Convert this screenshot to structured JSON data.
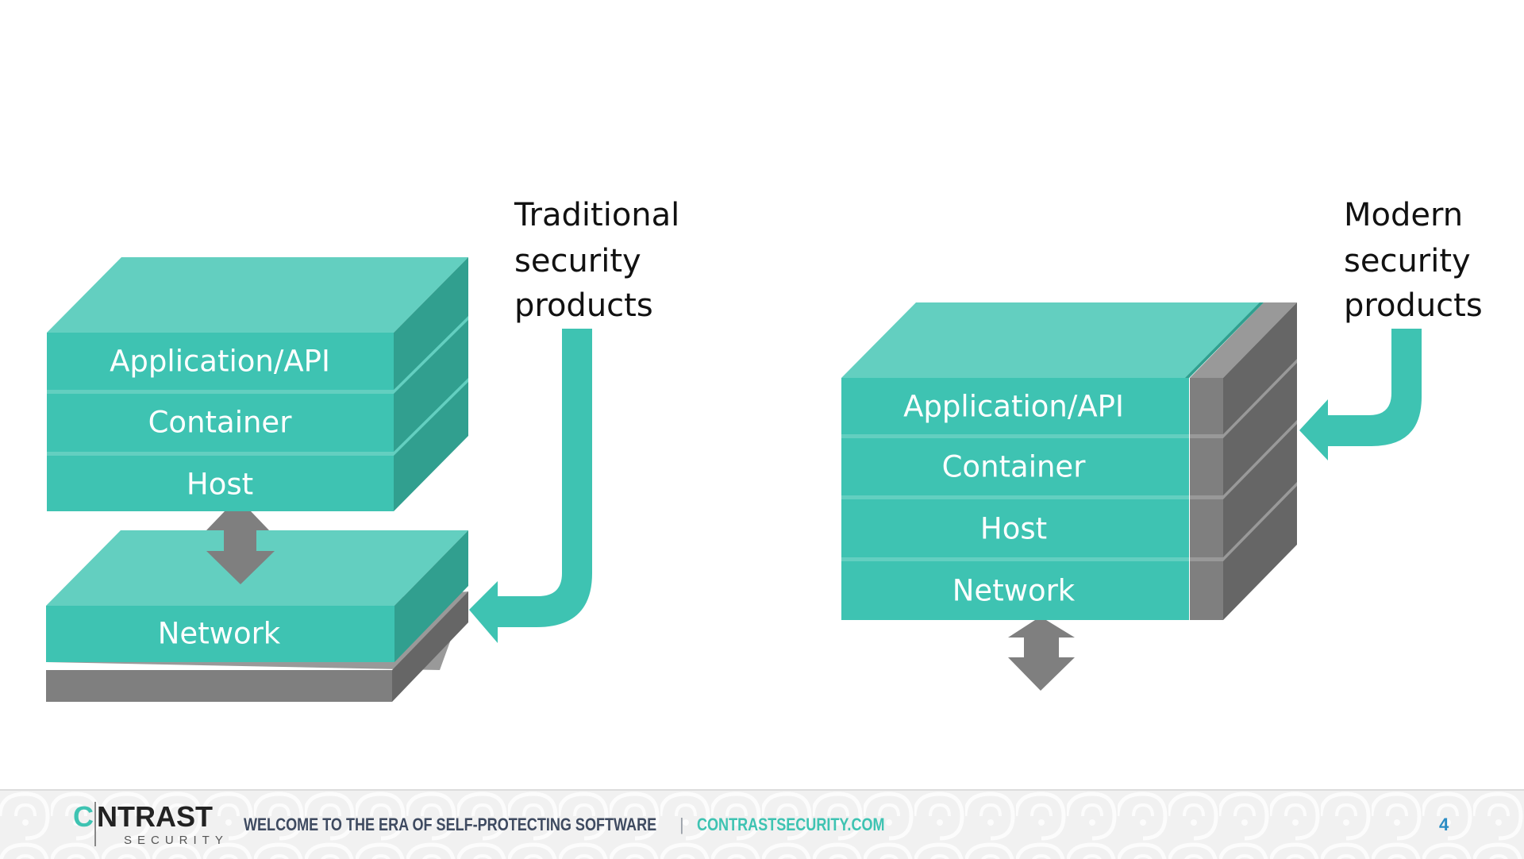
{
  "colors": {
    "teal_front": "#3ec3b2",
    "teal_top": "#63cfc0",
    "teal_side": "#319f8f",
    "gray_front": "#7f7f7f",
    "gray_top": "#999999",
    "gray_side": "#666666",
    "caption_text": "#111111",
    "footer_tagline": "#3e4a60",
    "footer_site": "#3ec3b2",
    "page_number": "#2a8cc4"
  },
  "left_diagram": {
    "caption": [
      "Traditional",
      "security",
      "products"
    ],
    "layers": [
      "Application/API",
      "Container",
      "Host"
    ],
    "network_label": "Network",
    "arrow_icon": "double-headed-arrow-vertical",
    "callout_icon": "curved-arrow-left"
  },
  "right_diagram": {
    "caption": [
      "Modern",
      "security",
      "products"
    ],
    "layers": [
      "Application/API",
      "Container",
      "Host",
      "Network"
    ],
    "arrow_icon": "double-headed-arrow-vertical",
    "callout_icon": "curved-arrow-left"
  },
  "footer": {
    "logo_text_main": "NTRAST",
    "logo_text_c": "C",
    "logo_subtext": "SECURITY",
    "tagline": "WELCOME TO THE ERA OF SELF-PROTECTING SOFTWARE",
    "separator": "|",
    "website": "CONTRASTSECURITY.COM",
    "page_number": "4"
  }
}
